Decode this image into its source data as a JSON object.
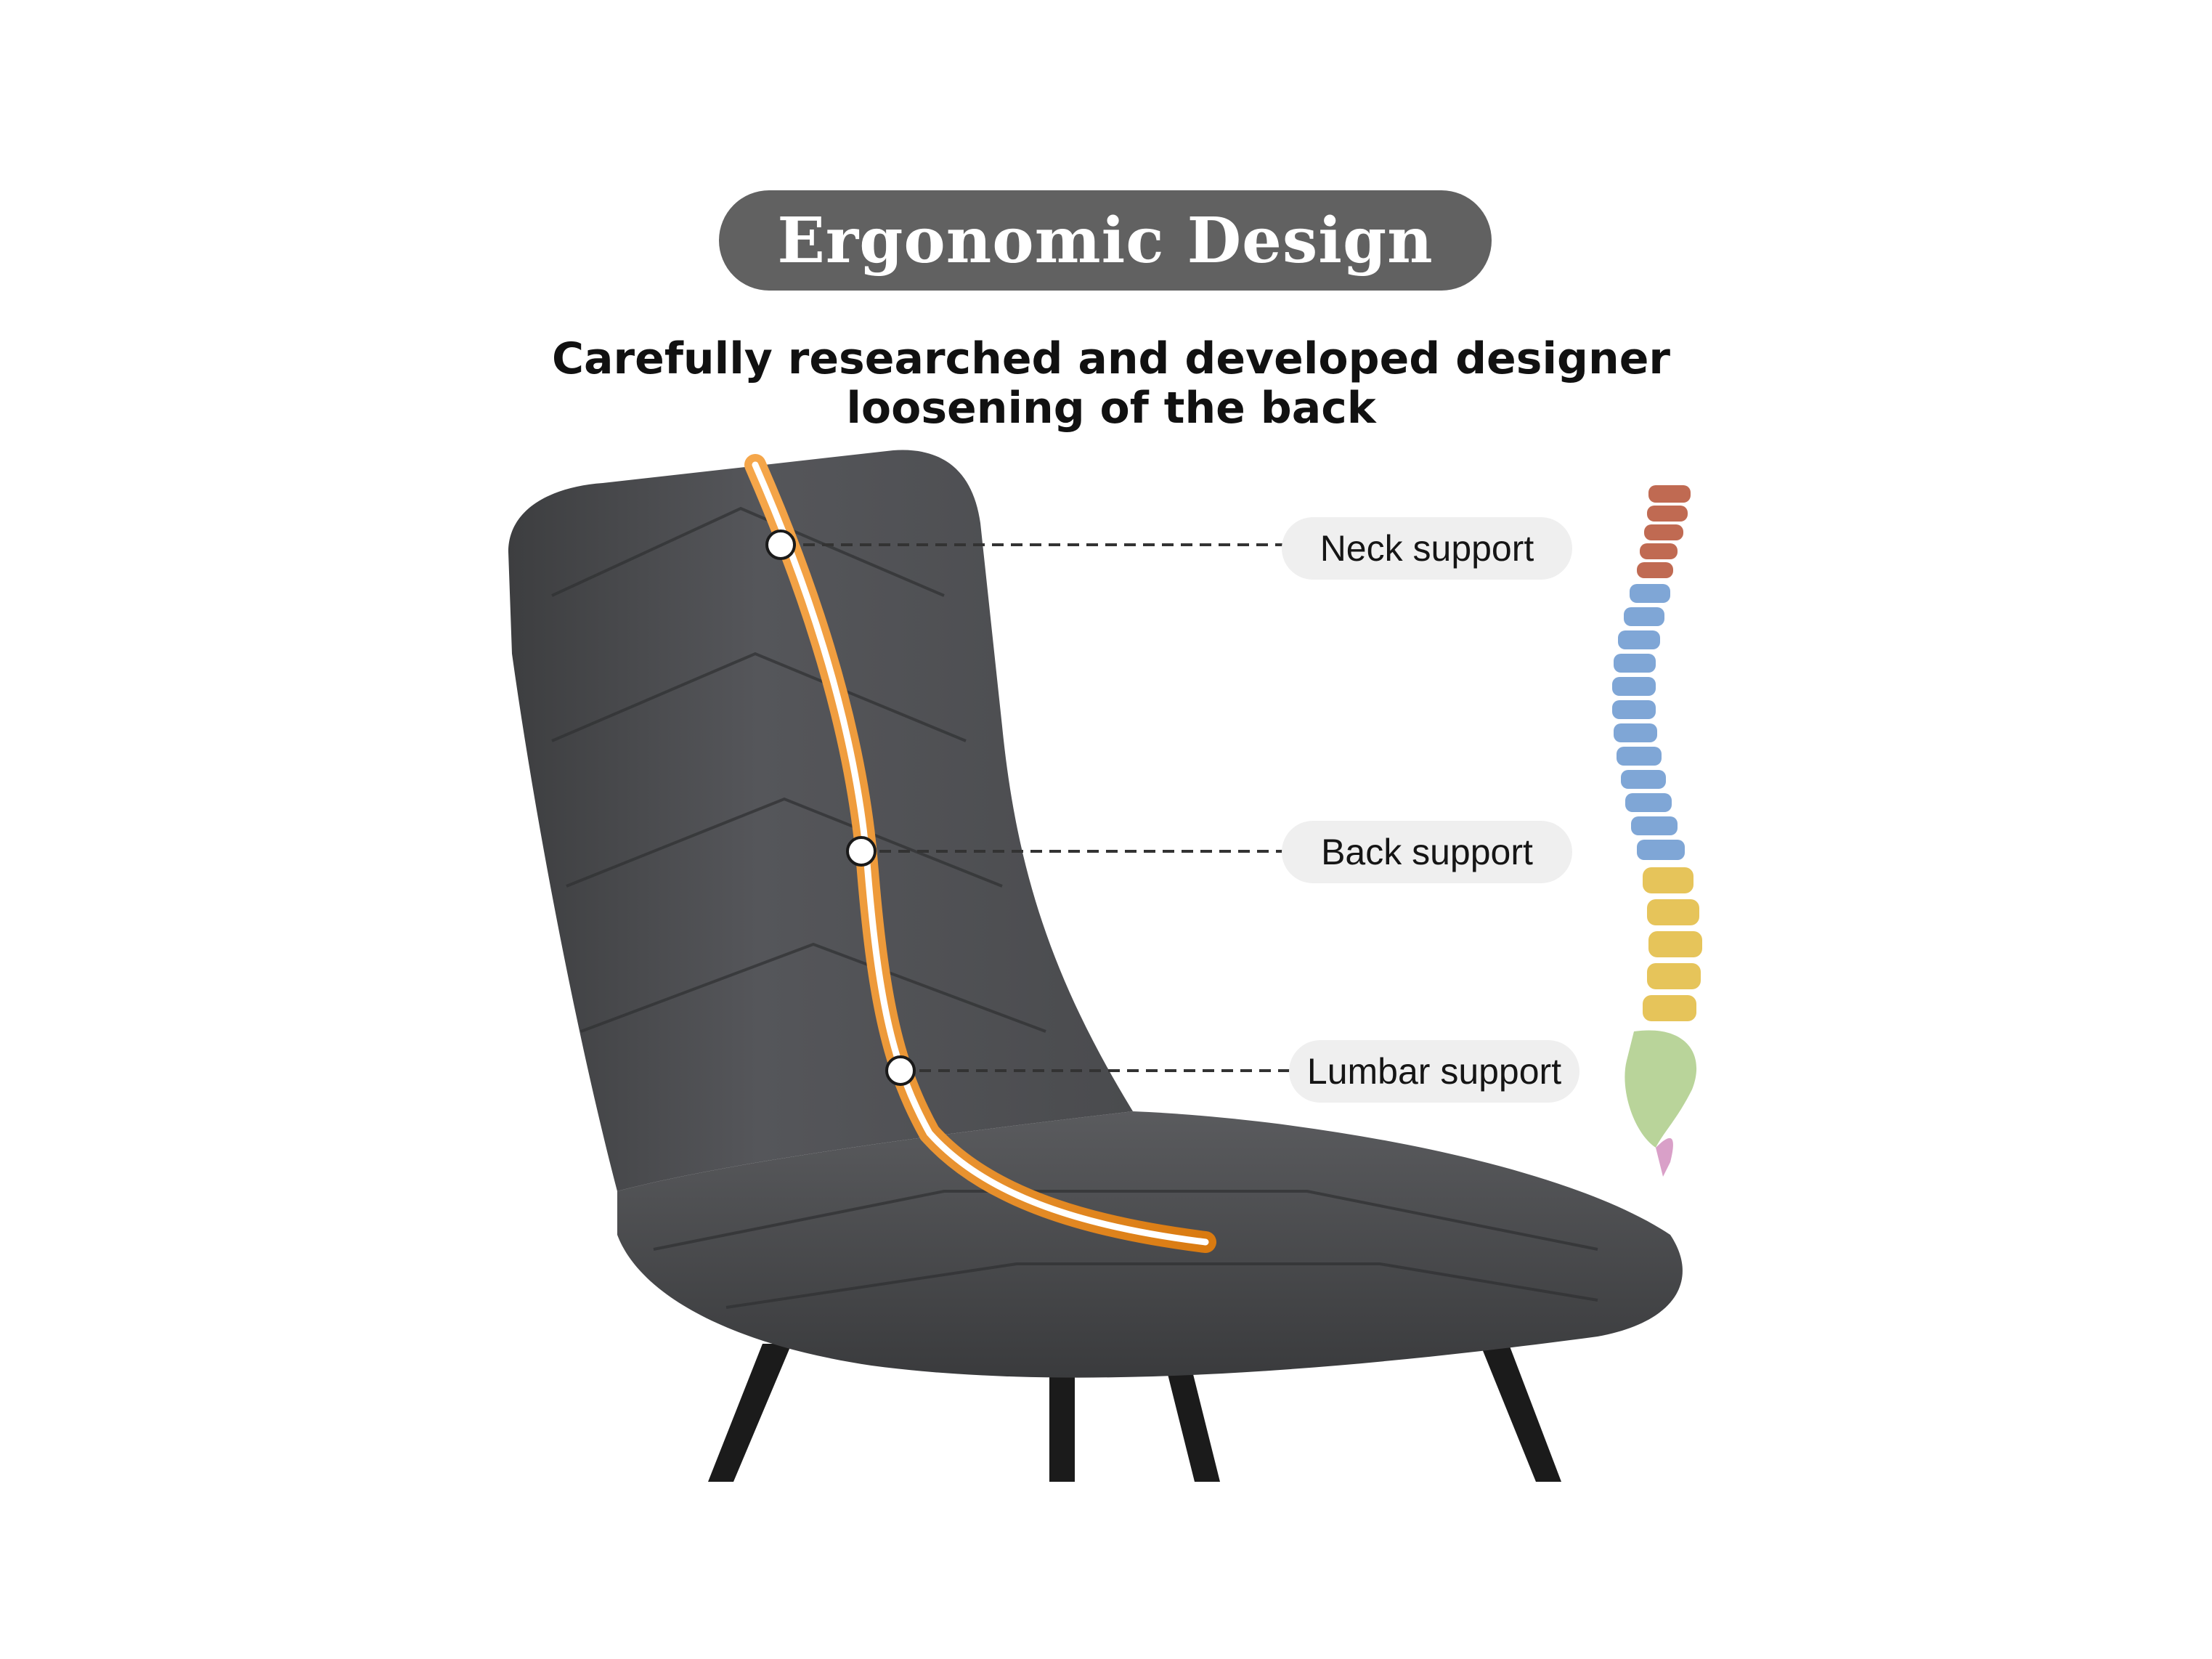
{
  "header": {
    "title": "Ergonomic Design",
    "subtitle_line1": "Carefully researched and developed designer",
    "subtitle_line2": "loosening of the back"
  },
  "callouts": [
    {
      "label": "Neck support"
    },
    {
      "label": "Back support"
    },
    {
      "label": "Lumbar support"
    }
  ],
  "colors": {
    "title_pill": "#616161",
    "label_pill": "#efefef",
    "chair_fabric": "#4a4b4d",
    "curve_orange": "#e8891c",
    "spine_cervical": "#c06a52",
    "spine_thoracic": "#7fa6d6",
    "spine_lumbar": "#e6c45a",
    "spine_sacrum": "#b9d49a"
  }
}
